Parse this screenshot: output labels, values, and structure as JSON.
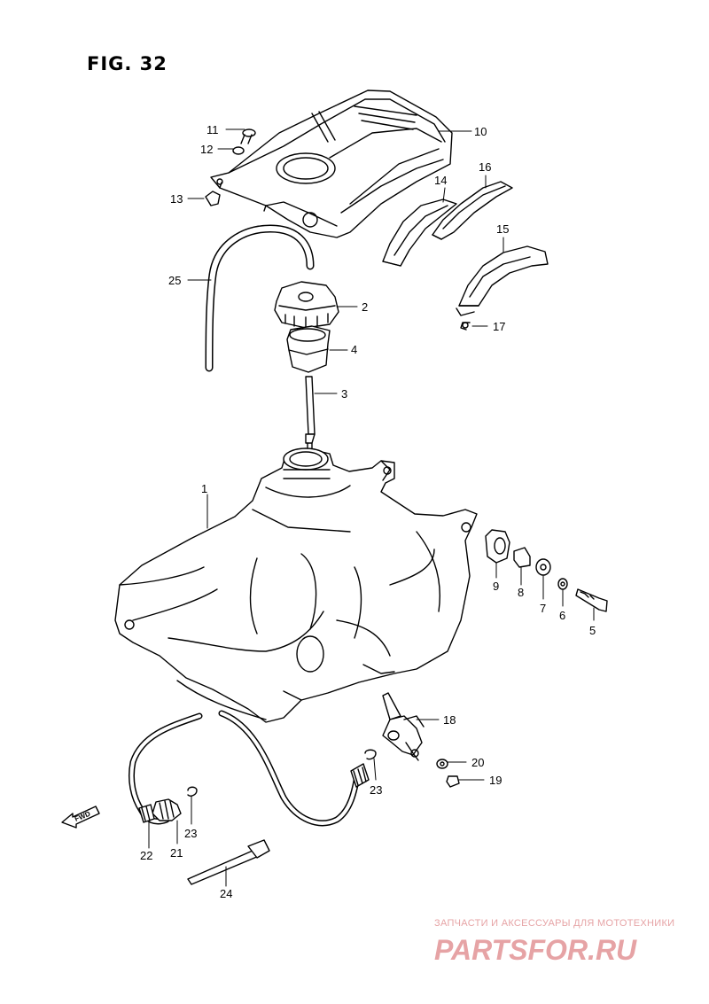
{
  "figure": {
    "title": "FIG. 32"
  },
  "labels": {
    "p1": "1",
    "p2": "2",
    "p3": "3",
    "p4": "4",
    "p5": "5",
    "p6": "6",
    "p7": "7",
    "p8": "8",
    "p9": "9",
    "p10": "10",
    "p11": "11",
    "p12": "12",
    "p13": "13",
    "p14": "14",
    "p15": "15",
    "p16": "16",
    "p17": "17",
    "p18": "18",
    "p19": "19",
    "p20": "20",
    "p21": "21",
    "p22": "22",
    "p23a": "23",
    "p23b": "23",
    "p24": "24",
    "p25": "25"
  },
  "fwd_badge": "FWD",
  "watermark": {
    "tagline": "ЗАПЧАСТИ И АКСЕССУАРЫ ДЛЯ МОТОТЕХНИКИ",
    "logo_text": "PARTSFOR.RU",
    "color": "#e6a3a5"
  }
}
